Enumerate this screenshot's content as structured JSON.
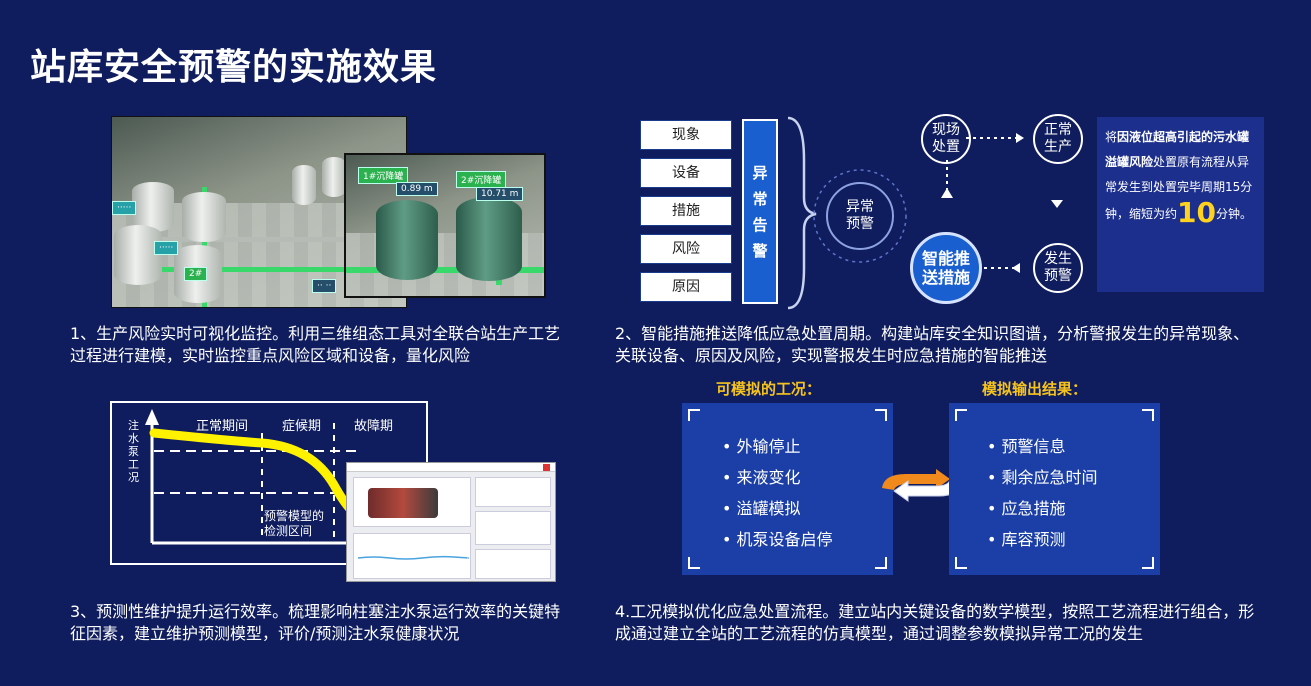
{
  "title": "站库安全预警的实施效果",
  "panel1": {
    "description": "1、生产风险实时可视化监控。利用三维组态工具对全联合站生产工艺过程进行建模，实时监控重点风险区域和设备，量化风险",
    "scene_tags": [
      "1#沉降罐",
      "2#沉降罐"
    ],
    "scene_values": [
      "0.89 m",
      "10.71 m"
    ]
  },
  "panel2": {
    "description": "2、智能措施推送降低应急处置周期。构建站库安全知识图谱，分析警报发生的异常现象、关联设备、原因及风险，实现警报发生时应急措施的智能推送",
    "left_items": [
      "现象",
      "设备",
      "措施",
      "风险",
      "原因"
    ],
    "alert_bar": [
      "异",
      "常",
      "告",
      "警"
    ],
    "abnormal_alert": [
      "异常",
      "预警"
    ],
    "onsite": [
      "现场",
      "处置"
    ],
    "normal": [
      "正常",
      "生产"
    ],
    "smart_push": [
      "智能推",
      "送措施"
    ],
    "occur_alert": [
      "发生",
      "预警"
    ],
    "note": {
      "line1": "将",
      "bold1": "因液位超高引起的污水罐溢罐风险",
      "line2": "处置原有流程从异常发生到处置完毕周期15分钟，缩短为约",
      "number": "10",
      "line3": "分钟。"
    }
  },
  "panel3": {
    "description": "3、预测性维护提升运行效率。梳理影响柱塞注水泵运行效率的关键特征因素，建立维护预测模型，评价/预测注水泵健康状况",
    "y_label": [
      "注",
      "水",
      "泵",
      "工",
      "况"
    ],
    "periods": [
      "正常期间",
      "症候期",
      "故障期"
    ],
    "detect_zone": [
      "预警模型的",
      "检测区间"
    ]
  },
  "panel4": {
    "description": "4.工况模拟优化应急处置流程。建立站内关键设备的数学模型，按照工艺流程进行组合，形成通过建立全站的工艺流程的仿真模型，通过调整参数模拟异常工况的发生",
    "left_head": "可模拟的工况：",
    "right_head": "模拟输出结果：",
    "left_items": [
      "外输停止",
      "来液变化",
      "溢罐模拟",
      "机泵设备启停"
    ],
    "right_items": [
      "预警信息",
      "剩余应急时间",
      "应急措施",
      "库容预测"
    ]
  },
  "colors": {
    "background": "#0f1d5e",
    "accent_blue": "#1a5fd0",
    "highlight": "#f6c31c",
    "curve": "#fff200"
  }
}
